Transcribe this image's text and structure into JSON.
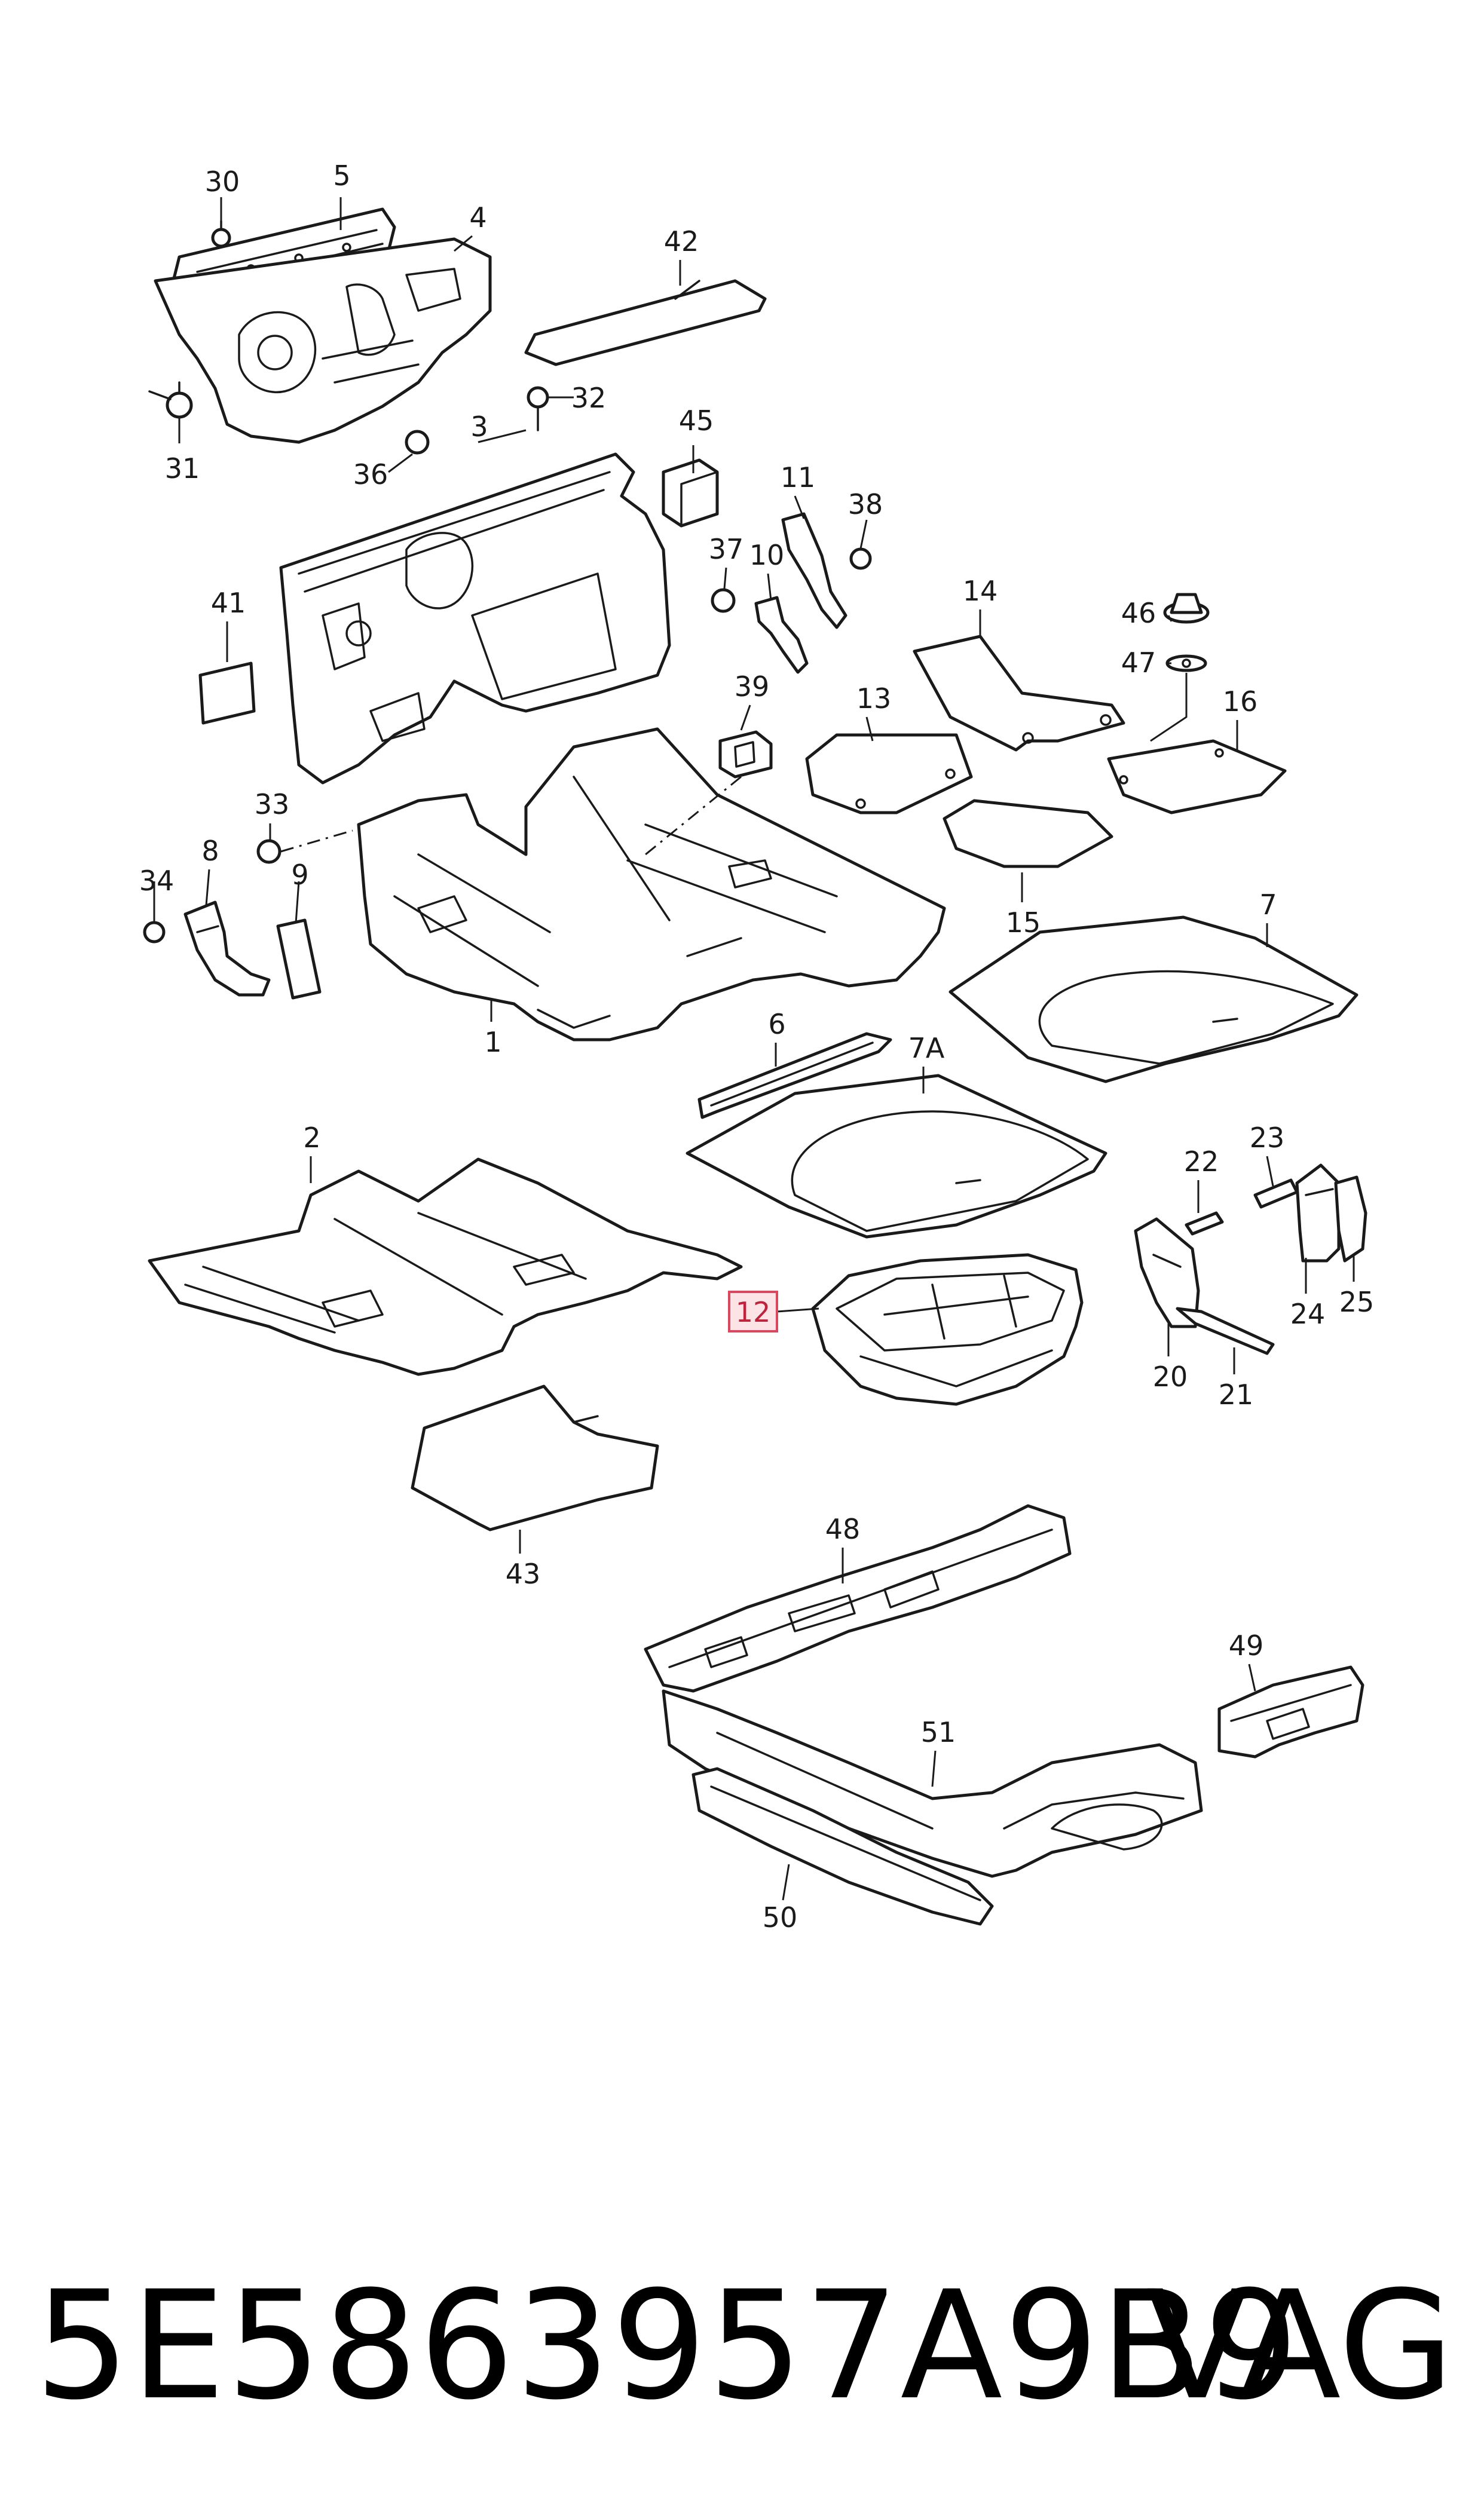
{
  "diagram": {
    "callouts": {
      "c1": "1",
      "c2": "2",
      "c3": "3",
      "c4": "4",
      "c5": "5",
      "c6": "6",
      "c7": "7",
      "c7a": "7A",
      "c8": "8",
      "c9": "9",
      "c10": "10",
      "c11": "11",
      "c12": "12",
      "c13": "13",
      "c14": "14",
      "c15": "15",
      "c16": "16",
      "c20": "20",
      "c21": "21",
      "c22": "22",
      "c23": "23",
      "c24": "24",
      "c25": "25",
      "c30": "30",
      "c31": "31",
      "c32": "32",
      "c33": "33",
      "c34": "34",
      "c36": "36",
      "c37": "37",
      "c38": "38",
      "c39": "39",
      "c41": "41",
      "c42": "42",
      "c43": "43",
      "c45": "45",
      "c46": "46",
      "c47": "47",
      "c48": "48",
      "c49": "49",
      "c50": "50",
      "c51": "51"
    },
    "highlighted_callout": "12",
    "highlight_color": "#d9485f"
  },
  "footer": {
    "part_number": "5E5863957A9B9",
    "brand": "VAG"
  }
}
